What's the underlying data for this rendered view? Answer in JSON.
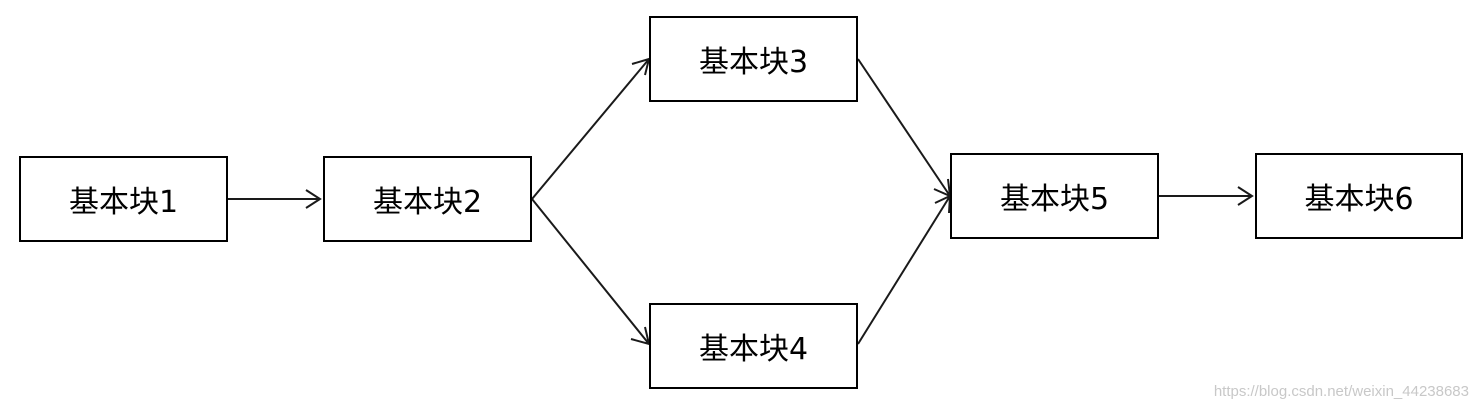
{
  "nodes": [
    {
      "id": "n1",
      "label": "基本块1"
    },
    {
      "id": "n2",
      "label": "基本块2"
    },
    {
      "id": "n3",
      "label": "基本块3"
    },
    {
      "id": "n4",
      "label": "基本块4"
    },
    {
      "id": "n5",
      "label": "基本块5"
    },
    {
      "id": "n6",
      "label": "基本块6"
    }
  ],
  "edges": [
    {
      "from": "n1",
      "to": "n2"
    },
    {
      "from": "n2",
      "to": "n3"
    },
    {
      "from": "n2",
      "to": "n4"
    },
    {
      "from": "n3",
      "to": "n5"
    },
    {
      "from": "n4",
      "to": "n5"
    },
    {
      "from": "n5",
      "to": "n6"
    }
  ],
  "watermark": "https://blog.csdn.net/weixin_44238683",
  "colors": {
    "stroke": "#000000",
    "background": "#ffffff",
    "watermark": "#c8c8c8"
  }
}
